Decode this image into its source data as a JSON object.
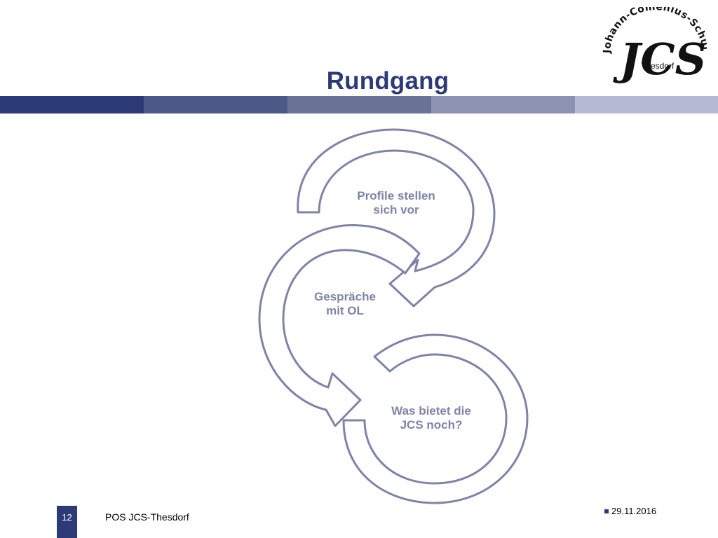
{
  "slide": {
    "title": "Rundgang",
    "band_colors": [
      "#2c3a78",
      "#4c5888",
      "#6b7298",
      "#8d91b2",
      "#b6b9d3"
    ]
  },
  "logo": {
    "arc_text": "Johann-Comenius-Schule",
    "monogram": "JCS",
    "town": "Thesdorf"
  },
  "diagram": {
    "steps": [
      {
        "label": "Profile stellen\nsich vor"
      },
      {
        "label": "Gespräche\nmit OL"
      },
      {
        "label": "Was bietet die\nJCS noch?"
      }
    ],
    "stroke_color": "#7f84a6"
  },
  "footer": {
    "page_number": "12",
    "text": "POS JCS-Thesdorf",
    "date": "29.11.2016"
  }
}
